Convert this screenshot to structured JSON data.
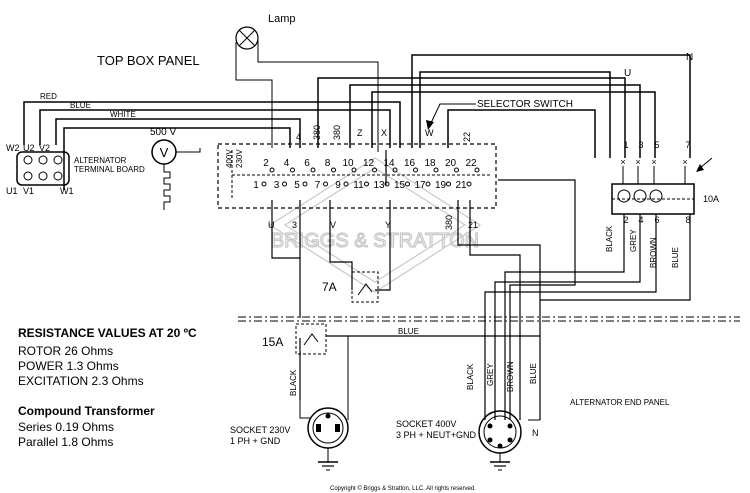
{
  "panel": {
    "top": "TOP BOX PANEL",
    "end": "ALTERNATOR END PANEL"
  },
  "lamp": "Lamp",
  "voltmeter": {
    "range": "500 V",
    "symbol": "V"
  },
  "terminal_board": {
    "label_line1": "ALTERNATOR",
    "label_line2": "TERMINAL BOARD",
    "top": [
      "W2",
      "U2",
      "V2"
    ],
    "bottom": [
      "U1",
      "V1",
      "W1"
    ]
  },
  "wires": {
    "red": "RED",
    "blue": "BLUE",
    "white": "WHITE",
    "black": "BLACK",
    "grey": "GREY",
    "brown": "BROWN",
    "u": "U",
    "v": "V",
    "y": "Y",
    "z": "Z",
    "x": "X",
    "w": "W",
    "n": "N"
  },
  "selector": {
    "title": "SELECTOR SWITCH",
    "v400": "400V",
    "v230": "230V",
    "even": [
      "2",
      "4",
      "6",
      "8",
      "10",
      "12",
      "14",
      "16",
      "18",
      "20",
      "22"
    ],
    "odd": [
      "1",
      "3",
      "5",
      "7",
      "9",
      "11",
      "13",
      "15",
      "17",
      "19",
      "21"
    ],
    "top_wires": [
      "4",
      "380",
      "380",
      "22"
    ],
    "bottom_wires": [
      "3",
      "380",
      "21"
    ]
  },
  "breaker": {
    "rating": "10A",
    "top": [
      "1",
      "3",
      "5",
      "7"
    ],
    "bottom": [
      "2",
      "4",
      "6",
      "8"
    ]
  },
  "relays": {
    "r1": "7A",
    "r2": "15A"
  },
  "resistance": {
    "title": "RESISTANCE VALUES AT 20 ºC",
    "lines": [
      "ROTOR 26 Ohms",
      "POWER 1.3 Ohms",
      "EXCITATION 2.3 Ohms"
    ]
  },
  "transformer": {
    "title": "Compound Transformer",
    "lines": [
      "Series 0.19 Ohms",
      "Parallel 1.8 Ohms"
    ]
  },
  "socket230": {
    "line1": "SOCKET 230V",
    "line2": "1 PH + GND"
  },
  "socket400": {
    "line1": "SOCKET 400V",
    "line2": "3 PH + NEUT+GND"
  },
  "watermark": "BRIGGS & STRATTON",
  "copyright": "Copyright © Briggs & Stratton, LLC. All rights reserved."
}
